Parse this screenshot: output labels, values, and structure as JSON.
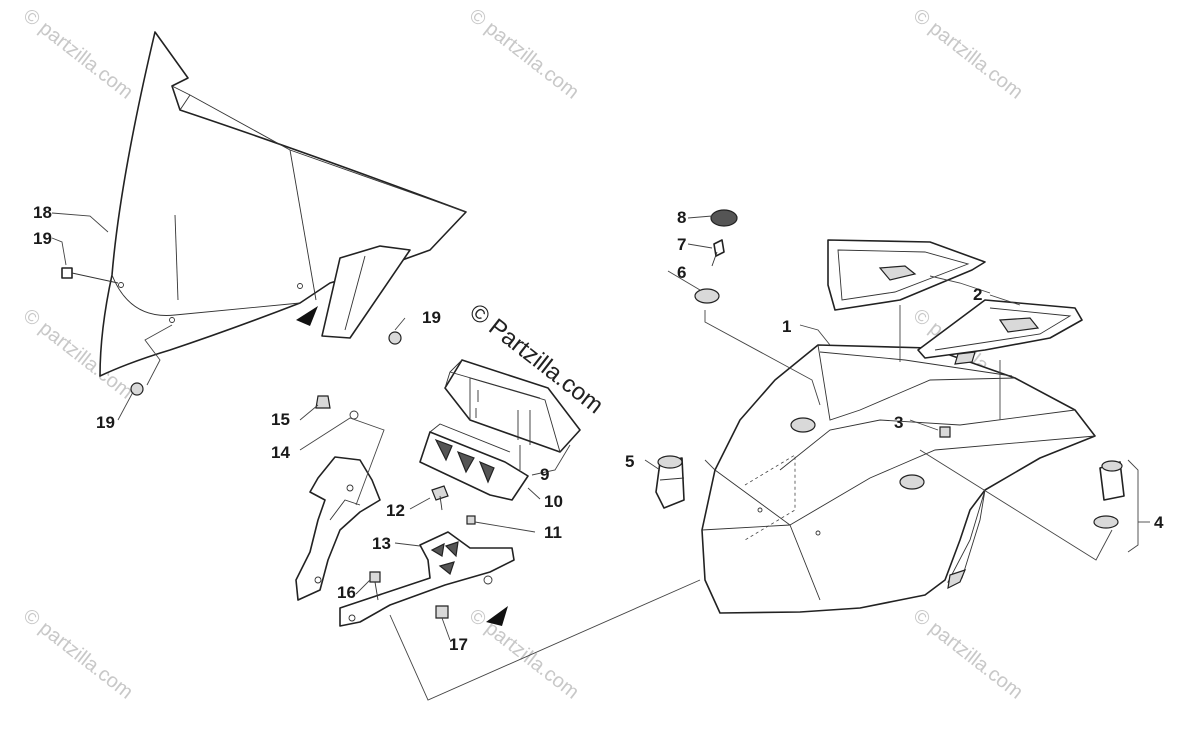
{
  "watermark": {
    "text": "© partzilla.com",
    "center_text": "© Partzilla.com"
  },
  "callouts": [
    "1",
    "2",
    "3",
    "4",
    "5",
    "6",
    "7",
    "8",
    "9",
    "10",
    "11",
    "12",
    "13",
    "14",
    "15",
    "16",
    "17",
    "18",
    "19"
  ],
  "colors": {
    "line": "#222222",
    "watermark": "#c8c8c8",
    "shade": "#d9d9d9"
  }
}
